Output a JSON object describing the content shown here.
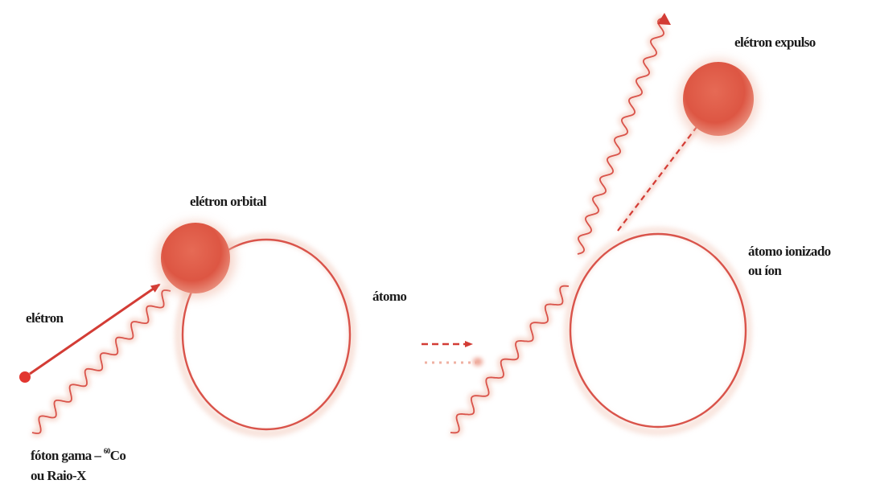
{
  "colors": {
    "primary_red": "#d9534a",
    "line_red": "#d33c35",
    "ball_red": "#e25d4a",
    "glow": "#f4c7b8",
    "text": "#1a1a1a"
  },
  "labels": {
    "electron_orbital": "elétron orbital",
    "atom": "átomo",
    "electron": "elétron",
    "photon_line1": "fóton gama – ",
    "photon_superscript": "60",
    "photon_cobalt": "Co",
    "photon_line2": "ou Raio-X",
    "electron_expelled": "elétron expulso",
    "ionized_atom_line1": "átomo ionizado",
    "ionized_atom_line2": "ou íon"
  }
}
